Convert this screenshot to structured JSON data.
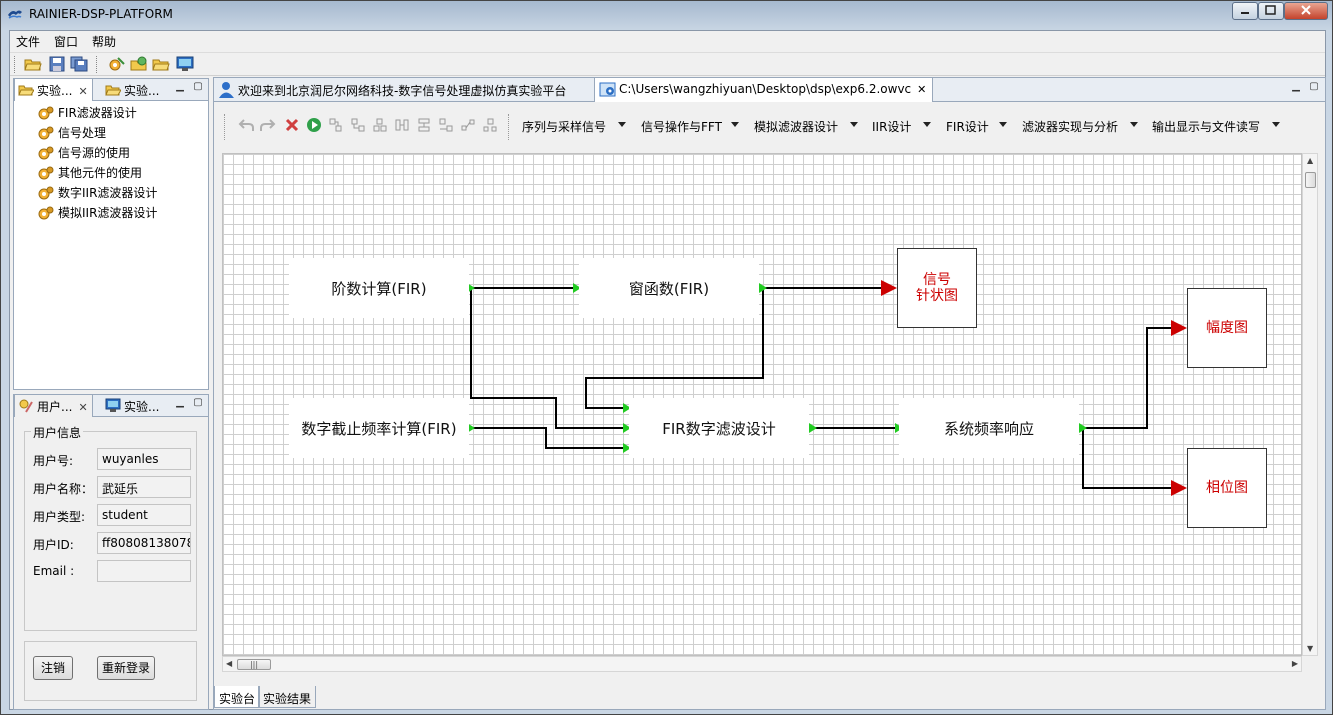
{
  "window": {
    "title": "RAINIER-DSP-PLATFORM"
  },
  "menu": [
    "文件",
    "窗口",
    "帮助"
  ],
  "left_top_panel": {
    "tabs": [
      "实验...",
      "实验..."
    ],
    "tree": [
      "FIR滤波器设计",
      "信号处理",
      "信号源的使用",
      "其他元件的使用",
      "数字IIR滤波器设计",
      "模拟IIR滤波器设计"
    ]
  },
  "left_bottom_panel": {
    "tabs": [
      "用户...",
      "实验..."
    ],
    "group_title": "用户信息",
    "fields": [
      {
        "label": "用户号:",
        "value": "wuyanles"
      },
      {
        "label": "用户名称：",
        "value": "武延乐"
      },
      {
        "label": "用户类型:",
        "value": "student"
      },
      {
        "label": "用户ID:",
        "value": "ff80808138078"
      },
      {
        "label": "Email :",
        "value": ""
      }
    ],
    "buttons": {
      "logout": "注销",
      "relogin": "重新登录"
    }
  },
  "editor": {
    "tabs": [
      "欢迎来到北京润尼尔网络科技-数字信号处理虚拟仿真实验平台",
      "C:\\Users\\wangzhiyuan\\Desktop\\dsp\\exp6.2.owvc"
    ],
    "menus": [
      "序列与采样信号",
      "信号操作与FFT",
      "模拟滤波器设计",
      "IIR设计",
      "FIR设计",
      "滤波器实现与分析",
      "输出显示与文件读写"
    ],
    "bottom_tabs": [
      "实验台",
      "实验结果"
    ]
  },
  "diagram": {
    "nodes": {
      "order": "阶数计算(FIR)",
      "window": "窗函数(FIR)",
      "stem_line1": "信号",
      "stem_line2": "针状图",
      "cutoff": "数字截止频率计算(FIR)",
      "fir_design": "FIR数字滤波设计",
      "freq_response": "系统频率响应",
      "magnitude": "幅度图",
      "phase": "相位图"
    },
    "colors": {
      "port": "#22cc22",
      "sink_text": "#cc0000",
      "wire": "#000000"
    }
  }
}
